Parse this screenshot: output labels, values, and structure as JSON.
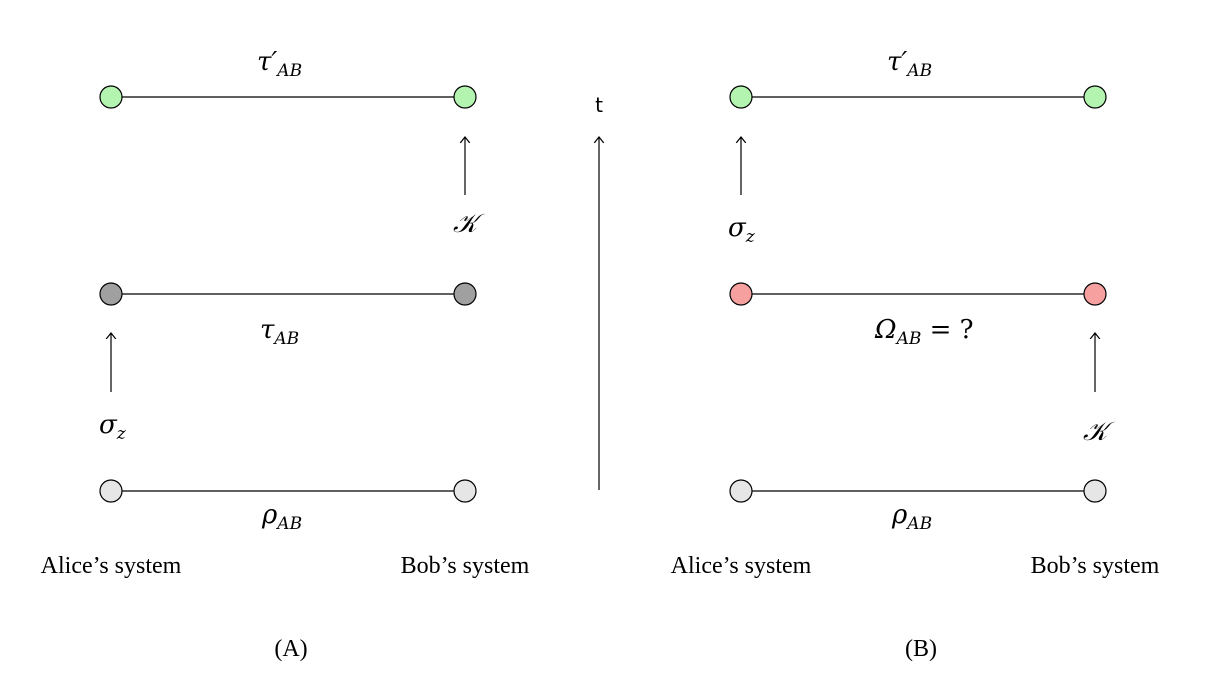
{
  "time_axis": {
    "label": "t"
  },
  "panel_a": {
    "caption": "(A)",
    "alice_label": "Alice’s system",
    "bob_label": "Bob’s system",
    "top_state": {
      "base": "τ′",
      "sub": "AB",
      "color": "#b3f5b0"
    },
    "mid_state": {
      "base": "τ",
      "sub": "AB",
      "color": "#a0a0a0"
    },
    "bottom_state": {
      "base": "ρ",
      "sub": "AB",
      "color": "#e6e6e6"
    },
    "alice_op": {
      "base": "σ",
      "sub": "z"
    },
    "bob_op": {
      "base": "𝒦"
    }
  },
  "panel_b": {
    "caption": "(B)",
    "alice_label": "Alice’s system",
    "bob_label": "Bob’s system",
    "top_state": {
      "base": "τ′",
      "sub": "AB",
      "color": "#b3f5b0"
    },
    "mid_state": {
      "base": "Ω",
      "sub": "AB",
      "suffix": " =  ?",
      "color": "#f6a0a0"
    },
    "bottom_state": {
      "base": "ρ",
      "sub": "AB",
      "color": "#e6e6e6"
    },
    "alice_op": {
      "base": "σ",
      "sub": "z"
    },
    "bob_op": {
      "base": "𝒦"
    }
  }
}
